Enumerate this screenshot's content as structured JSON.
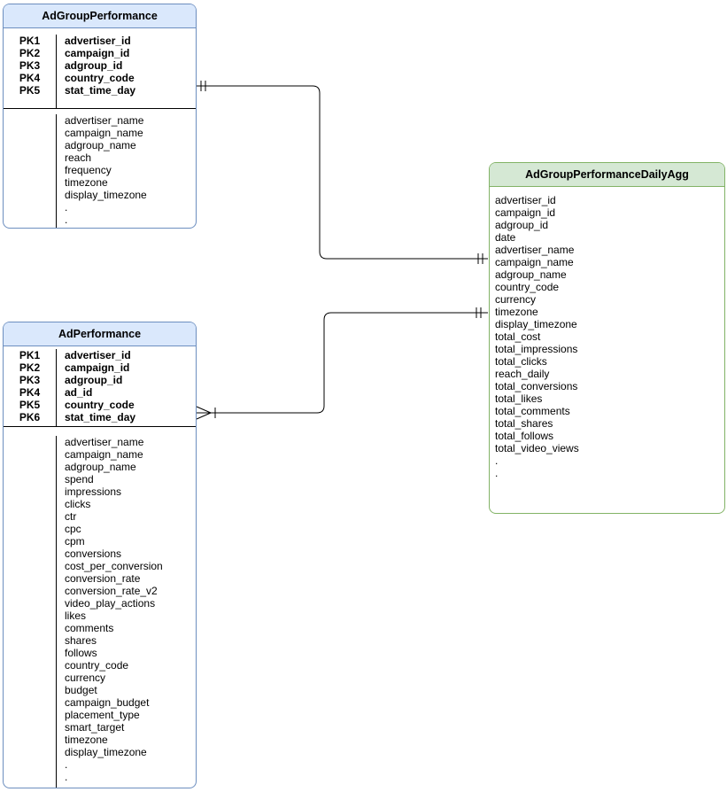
{
  "diagram": {
    "type": "entity-relationship",
    "tables": [
      {
        "id": "adgroup-performance",
        "title": "AdGroupPerformance",
        "theme": "blue",
        "primary_keys": [
          {
            "key": "PK1",
            "field": "advertiser_id"
          },
          {
            "key": "PK2",
            "field": "campaign_id"
          },
          {
            "key": "PK3",
            "field": "adgroup_id"
          },
          {
            "key": "PK4",
            "field": "country_code"
          },
          {
            "key": "PK5",
            "field": "stat_time_day"
          }
        ],
        "fields": [
          "advertiser_name",
          "campaign_name",
          "adgroup_name",
          "reach",
          "frequency",
          "timezone",
          "display_timezone",
          ".",
          "."
        ]
      },
      {
        "id": "ad-performance",
        "title": "AdPerformance",
        "theme": "blue",
        "primary_keys": [
          {
            "key": "PK1",
            "field": "advertiser_id"
          },
          {
            "key": "PK2",
            "field": "campaign_id"
          },
          {
            "key": "PK3",
            "field": "adgroup_id"
          },
          {
            "key": "PK4",
            "field": "ad_id"
          },
          {
            "key": "PK5",
            "field": "country_code"
          },
          {
            "key": "PK6",
            "field": "stat_time_day"
          }
        ],
        "fields": [
          "advertiser_name",
          "campaign_name",
          "adgroup_name",
          "spend",
          "impressions",
          "clicks",
          "ctr",
          "cpc",
          "cpm",
          "conversions",
          "cost_per_conversion",
          "conversion_rate",
          "conversion_rate_v2",
          "video_play_actions",
          "likes",
          "comments",
          "shares",
          "follows",
          "country_code",
          "currency",
          "budget",
          "campaign_budget",
          "placement_type",
          "smart_target",
          "timezone",
          "display_timezone",
          ".",
          "."
        ]
      },
      {
        "id": "adgroup-performance-daily-agg",
        "title": "AdGroupPerformanceDailyAgg",
        "theme": "green",
        "primary_keys": [],
        "fields": [
          "advertiser_id",
          "campaign_id",
          "adgroup_id",
          "date",
          "advertiser_name",
          "campaign_name",
          "adgroup_name",
          "country_code",
          "currency",
          "timezone",
          "display_timezone",
          "total_cost",
          "total_impressions",
          "total_clicks",
          "reach_daily",
          "total_conversions",
          "total_likes",
          "total_comments",
          "total_shares",
          "total_follows",
          "total_video_views",
          ".",
          "."
        ]
      }
    ],
    "relationships": [
      {
        "from": "AdGroupPerformance",
        "to": "AdGroupPerformanceDailyAgg",
        "from_cardinality": "one-and-only-one",
        "to_cardinality": "one-and-only-one"
      },
      {
        "from": "AdPerformance",
        "to": "AdGroupPerformanceDailyAgg",
        "from_cardinality": "one-or-many",
        "to_cardinality": "one-and-only-one"
      }
    ],
    "colors": {
      "blue_fill": "#dae8fc",
      "blue_border": "#6c8ebf",
      "green_fill": "#d5e8d4",
      "green_border": "#82b366",
      "line": "#000000"
    }
  }
}
